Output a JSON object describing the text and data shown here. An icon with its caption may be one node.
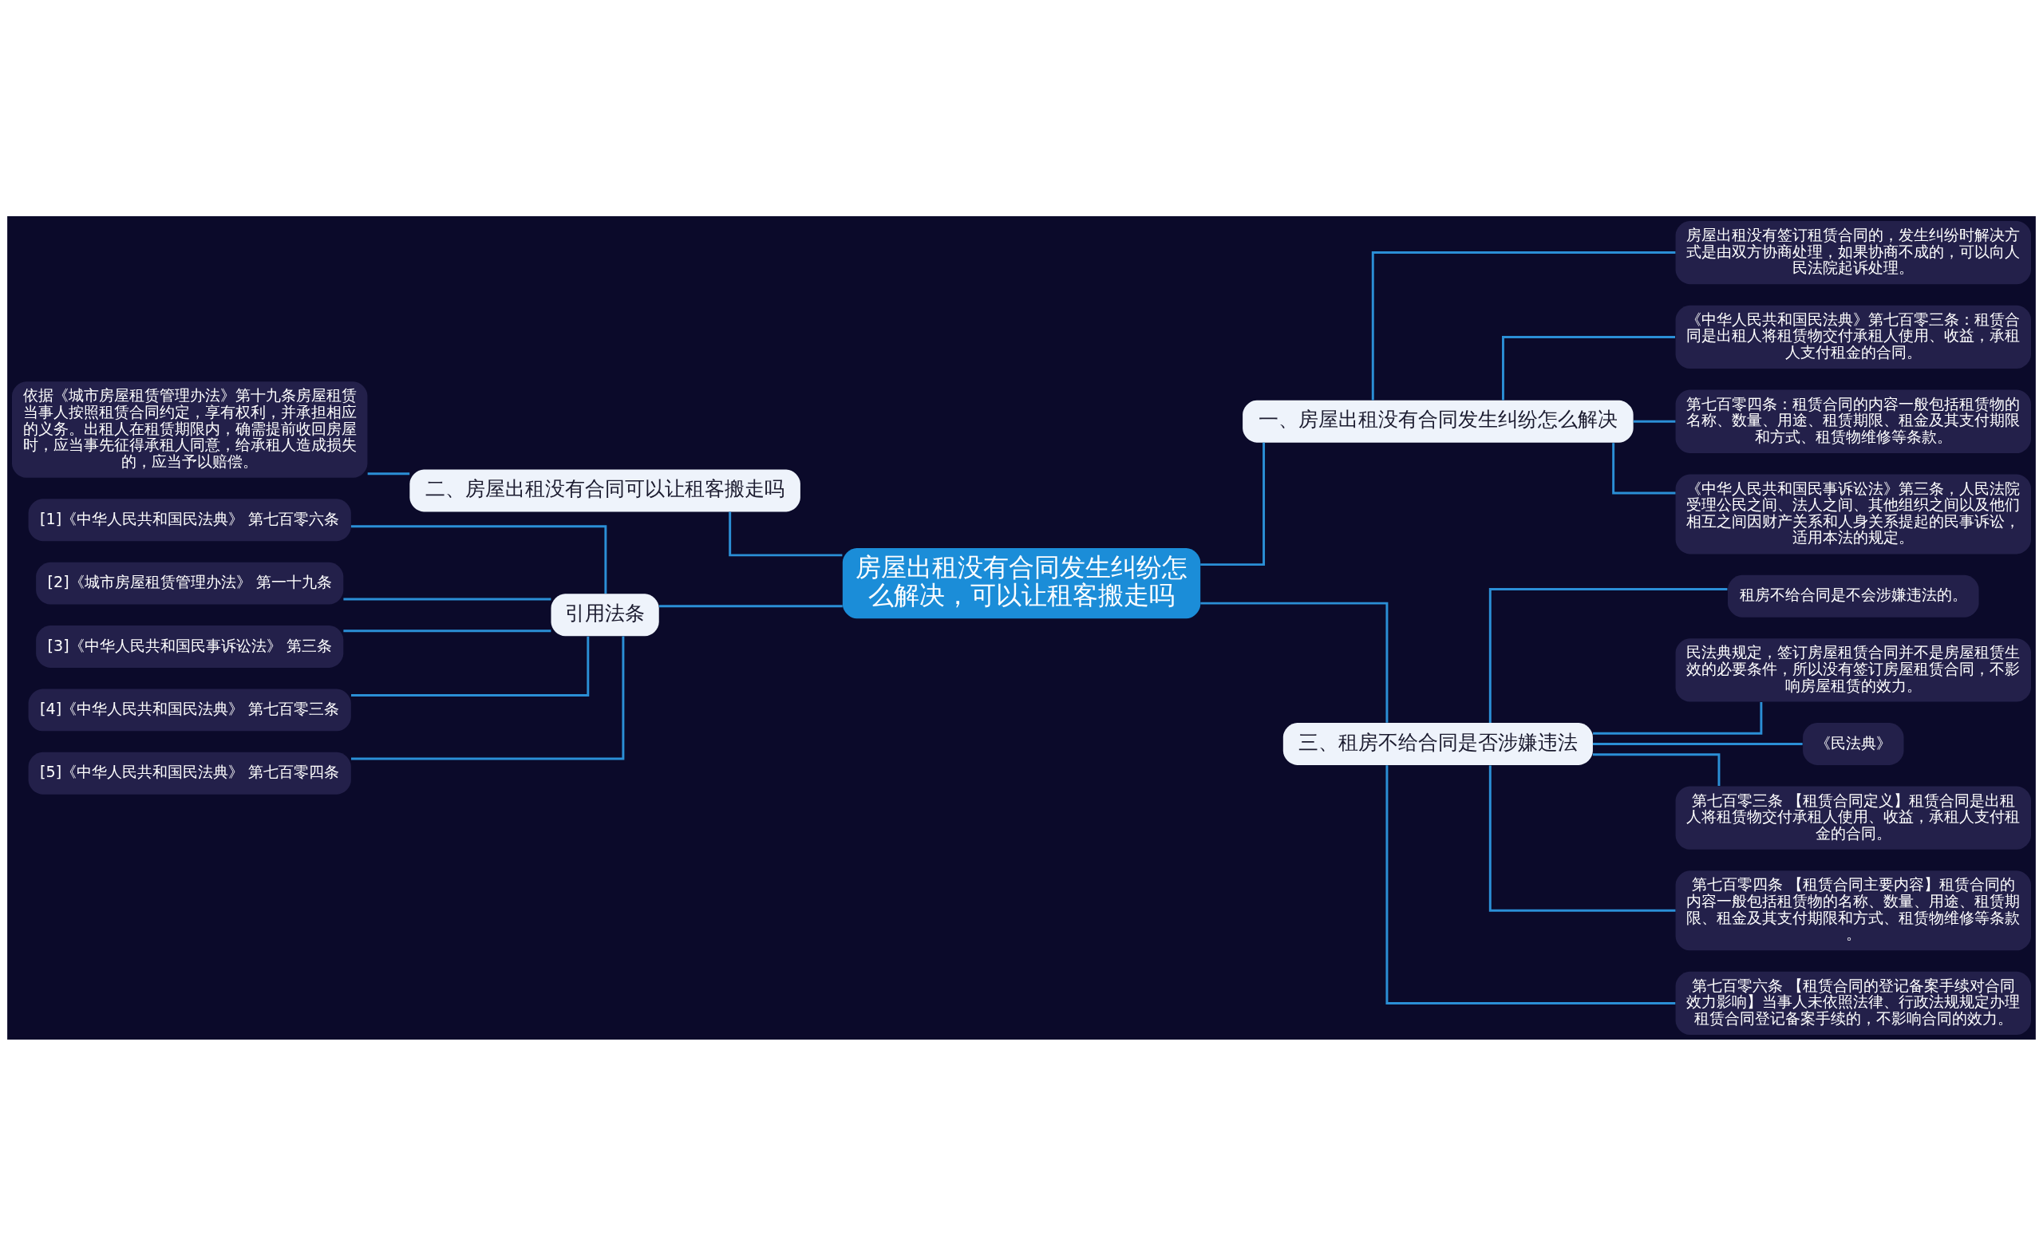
{
  "diagram": {
    "nodes": [
      {
        "text": [
          "房屋出租没有合同发生纠纷怎么解决，可以让租客搬走吗"
        ]
      },
      {
        "text": [
          "一、房屋出租没有合同发生纠纷怎么解决"
        ]
      },
      {
        "text": [
          "房屋出租没有签订租赁合同的，发生纠纷时解决方式是由双方协商处理，如果协商不成的，可以向人民法院起诉处理。"
        ]
      },
      {
        "text": [
          "《中华人民共和国民法典》第七百零三条：租赁合同是出租人将租赁物交付承租人使用、收益，承租人支付租金的合同。"
        ]
      },
      {
        "text": [
          "第七百零四条：租赁合同的内容一般包括租赁物的名称、数量、用途、租赁期限、租金及其支付期限和方式、租赁物维修等条款。"
        ]
      },
      {
        "text": [
          "《中华人民共和国民事诉讼法》第三条，人民法院受理公民之间、法人之间、其他组织之间以及他们相互之间因财产关系和人身关系提起的民事诉讼，适用本法的规定。"
        ]
      },
      {
        "text": [
          "三、租房不给合同是否涉嫌违法"
        ]
      },
      {
        "text": [
          "租房不给合同是不会涉嫌违法的。"
        ]
      },
      {
        "text": [
          "民法典规定，签订房屋租赁合同并不是房屋租赁生效的必要条件，所以没有签订房屋租赁合同，不影响房屋租赁的效力。"
        ]
      },
      {
        "text": [
          "《民法典》"
        ]
      },
      {
        "text": [
          "第七百零三条 【租赁合同定义】租赁合同是出租人将租赁物交付承租人使用、收益，承租人支付租金的合同。"
        ]
      },
      {
        "text": [
          "第七百零四条 【租赁合同主要内容】租赁合同的内容一般包括租赁物的名称、数量、用途、租赁期限、租金及其支付期限和方式、租赁物维修等条款。"
        ]
      },
      {
        "text": [
          "第七百零六条 【租赁合同的登记备案手续对合同效力影响】当事人未依照法律、行政法规规定办理租赁合同登记备案手续的，不影响合同的效力。"
        ]
      },
      {
        "text": [
          "二、房屋出租没有合同可以让租客搬走吗"
        ]
      },
      {
        "text": [
          "依据《城市房屋租赁管理办法》第十九条房屋租赁当事人按照租赁合同约定，享有权利，并承担相应的义务。出租人在租赁期限内，确需提前收回房屋时，应当事先征得承租人同意，给承租人造成损失的，应当予以赔偿。"
        ]
      },
      {
        "text": [
          "引用法条"
        ]
      },
      {
        "text": [
          "[1]《中华人民共和国民法典》 第七百零六条"
        ]
      },
      {
        "text": [
          "[2]《城市房屋租赁管理办法》 第一十九条"
        ]
      },
      {
        "text": [
          "[3]《中华人民共和国民事诉讼法》 第三条"
        ]
      },
      {
        "text": [
          "[4]《中华人民共和国民法典》 第七百零三条"
        ]
      },
      {
        "text": [
          "[5]《中华人民共和国民法典》 第七百零四条"
        ]
      }
    ],
    "edges": [
      {
        "from": 0,
        "to": 1,
        "arrow": "none"
      },
      {
        "from": 1,
        "to": 2,
        "arrow": "none"
      },
      {
        "from": 1,
        "to": 3,
        "arrow": "none"
      },
      {
        "from": 1,
        "to": 4,
        "arrow": "none"
      },
      {
        "from": 1,
        "to": 5,
        "arrow": "none"
      },
      {
        "from": 0,
        "to": 6,
        "arrow": "none"
      },
      {
        "from": 6,
        "to": 7,
        "arrow": "none"
      },
      {
        "from": 6,
        "to": 8,
        "arrow": "none"
      },
      {
        "from": 6,
        "to": 9,
        "arrow": "none"
      },
      {
        "from": 6,
        "to": 10,
        "arrow": "none"
      },
      {
        "from": 6,
        "to": 11,
        "arrow": "none"
      },
      {
        "from": 6,
        "to": 12,
        "arrow": "none"
      },
      {
        "from": 0,
        "to": 13,
        "arrow": "none"
      },
      {
        "from": 13,
        "to": 14,
        "arrow": "none"
      },
      {
        "from": 0,
        "to": 15,
        "arrow": "none"
      },
      {
        "from": 15,
        "to": 16,
        "arrow": "none"
      },
      {
        "from": 15,
        "to": 17,
        "arrow": "none"
      },
      {
        "from": 15,
        "to": 18,
        "arrow": "none"
      },
      {
        "from": 15,
        "to": 19,
        "arrow": "none"
      },
      {
        "from": 15,
        "to": 20,
        "arrow": "none"
      }
    ]
  }
}
